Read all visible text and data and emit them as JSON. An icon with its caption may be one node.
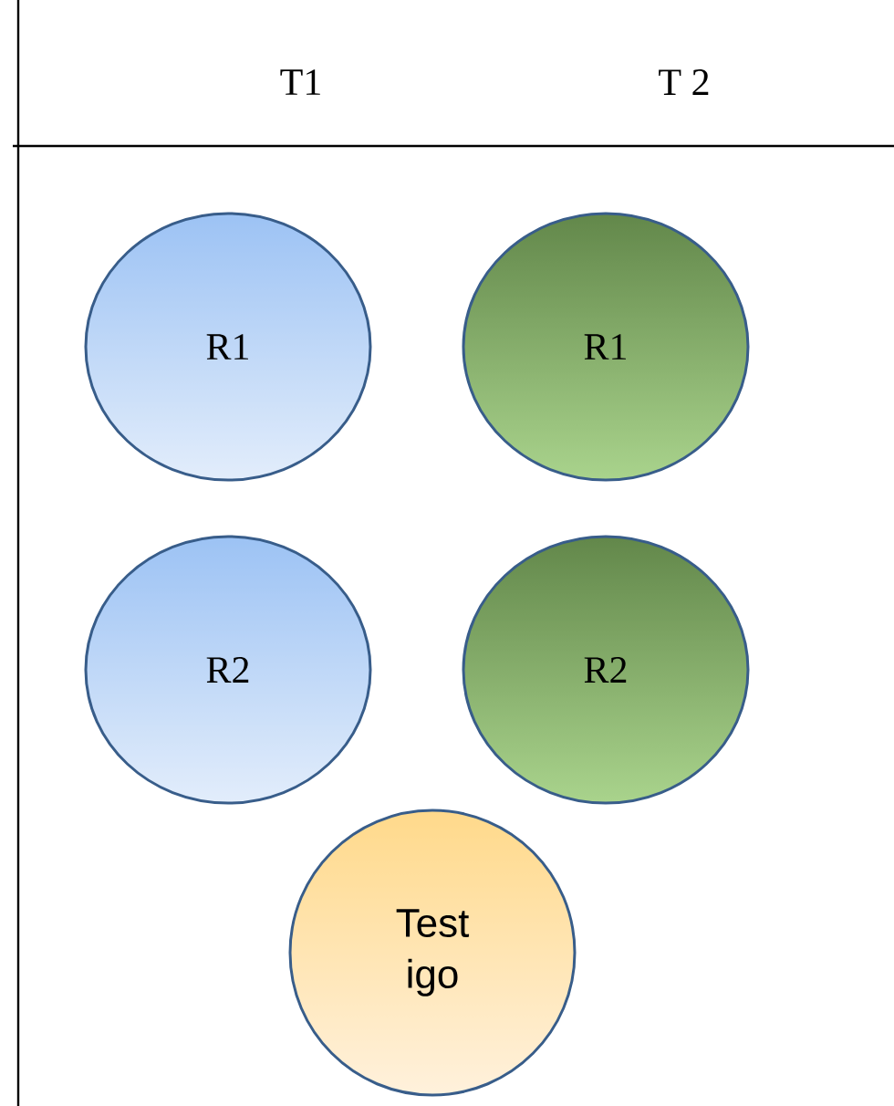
{
  "diagram": {
    "nodes": [
      {
        "text": [
          "R1"
        ]
      },
      {
        "text": [
          "R1"
        ]
      },
      {
        "text": [
          "R2"
        ]
      },
      {
        "text": [
          "R2"
        ]
      },
      {
        "text": [
          "Test igo"
        ]
      }
    ],
    "labels": [
      "T1",
      "T 2"
    ]
  }
}
